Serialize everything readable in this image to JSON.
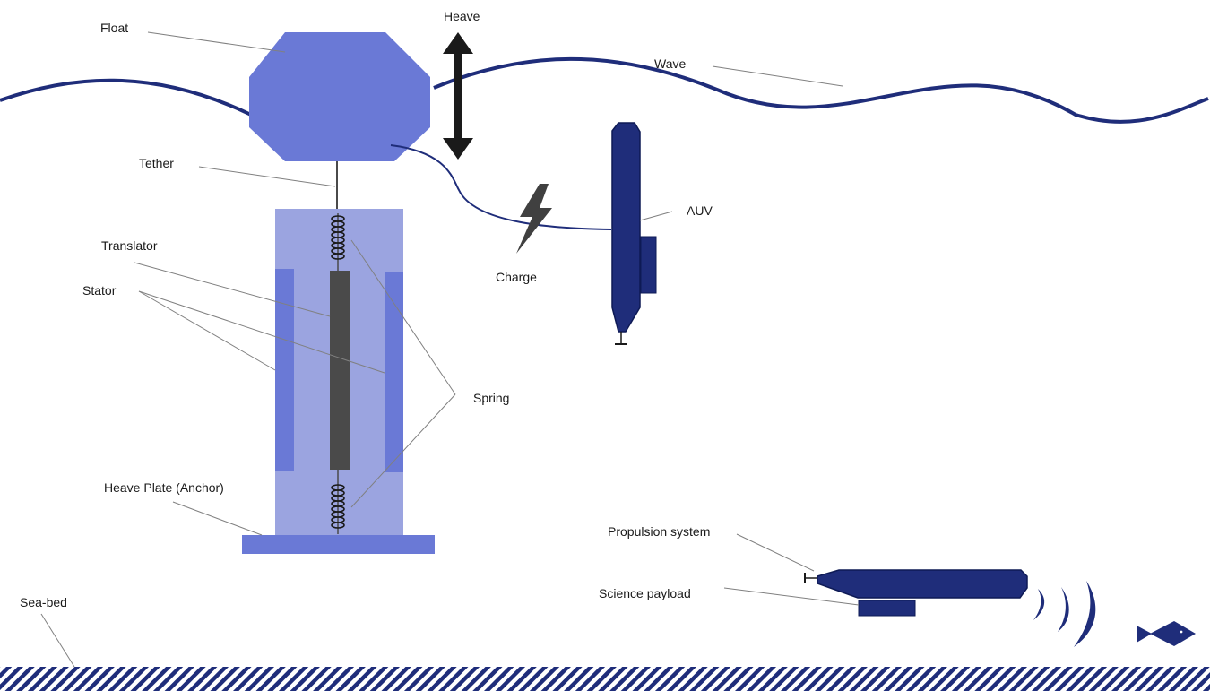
{
  "labels": {
    "float": "Float",
    "heave": "Heave",
    "wave": "Wave",
    "tether": "Tether",
    "auv": "AUV",
    "translator": "Translator",
    "stator": "Stator",
    "charge": "Charge",
    "spring": "Spring",
    "heave_plate": "Heave Plate (Anchor)",
    "propulsion": "Propulsion system",
    "payload": "Science payload",
    "seabed": "Sea-bed"
  },
  "colors": {
    "float": "#6a79d6",
    "housing": "#9ba4e0",
    "stator": "#6a79d6",
    "translator": "#4a4a4a",
    "auv": "#1f2d7a",
    "arrow": "#1a1a1a",
    "leader": "#808080",
    "seabed": "#1f2d7a"
  },
  "icons": {
    "heave_arrow": "double-arrow-vertical-icon",
    "charge": "lightning-bolt-icon",
    "fish": "fish-icon",
    "sound": "sound-wave-icon"
  }
}
